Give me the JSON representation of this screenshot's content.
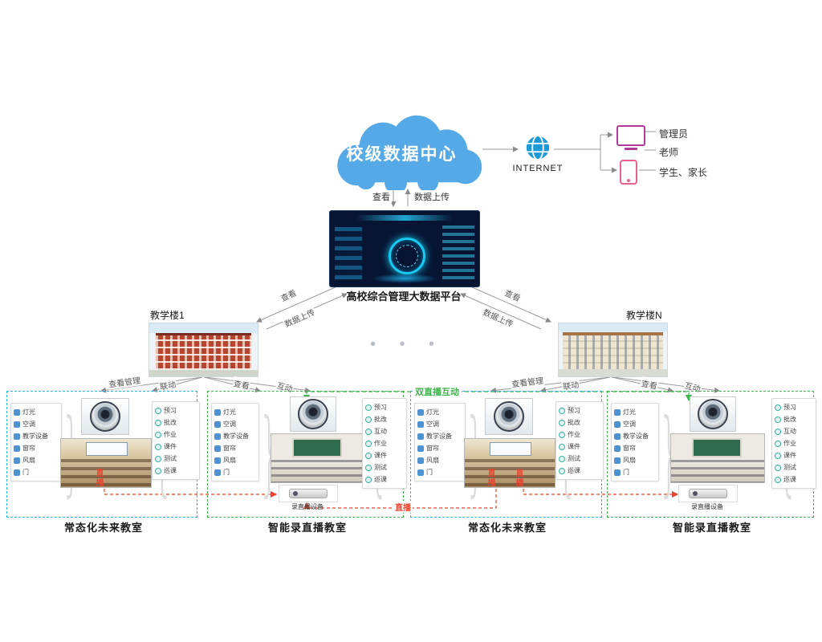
{
  "cloud": {
    "label": "校级数据中心"
  },
  "internet": {
    "label": "INTERNET"
  },
  "users": [
    "管理员",
    "老师",
    "学生、家长"
  ],
  "flows": {
    "view": "查看",
    "upload": "数据上传"
  },
  "platform": {
    "label": "高校综合管理大数据平台"
  },
  "buildings": {
    "left": "教学楼1",
    "right": "教学楼N"
  },
  "ellipsis": "• • •",
  "edges": {
    "view_manage": "查看管理",
    "linkage": "联动",
    "interact": "互动",
    "dual_live": "双直播互动",
    "live": "直播"
  },
  "classroom_types": {
    "normal": {
      "label": "常态化未来教室",
      "devices": [
        "灯光",
        "空调",
        "教学设备",
        "窗帘",
        "风扇",
        "门"
      ],
      "functions": [
        "预习",
        "批改",
        "作业",
        "课件",
        "测试",
        "巡课"
      ]
    },
    "live": {
      "label": "智能录直播教室",
      "devices": [
        "灯光",
        "空调",
        "教学设备",
        "窗帘",
        "风扇",
        "门"
      ],
      "functions": [
        "预习",
        "批改",
        "互动",
        "作业",
        "课件",
        "测试",
        "巡课"
      ],
      "equipment": "录直播设备"
    }
  },
  "decor": {
    "brace_open": "{",
    "brace_close": "}"
  },
  "colors": {
    "cloud": "#55a9e6",
    "normal_border": "#2bb3e8",
    "live_border": "#3cb54a",
    "live_line": "#e8442f",
    "wire": "#9a9a9a"
  }
}
